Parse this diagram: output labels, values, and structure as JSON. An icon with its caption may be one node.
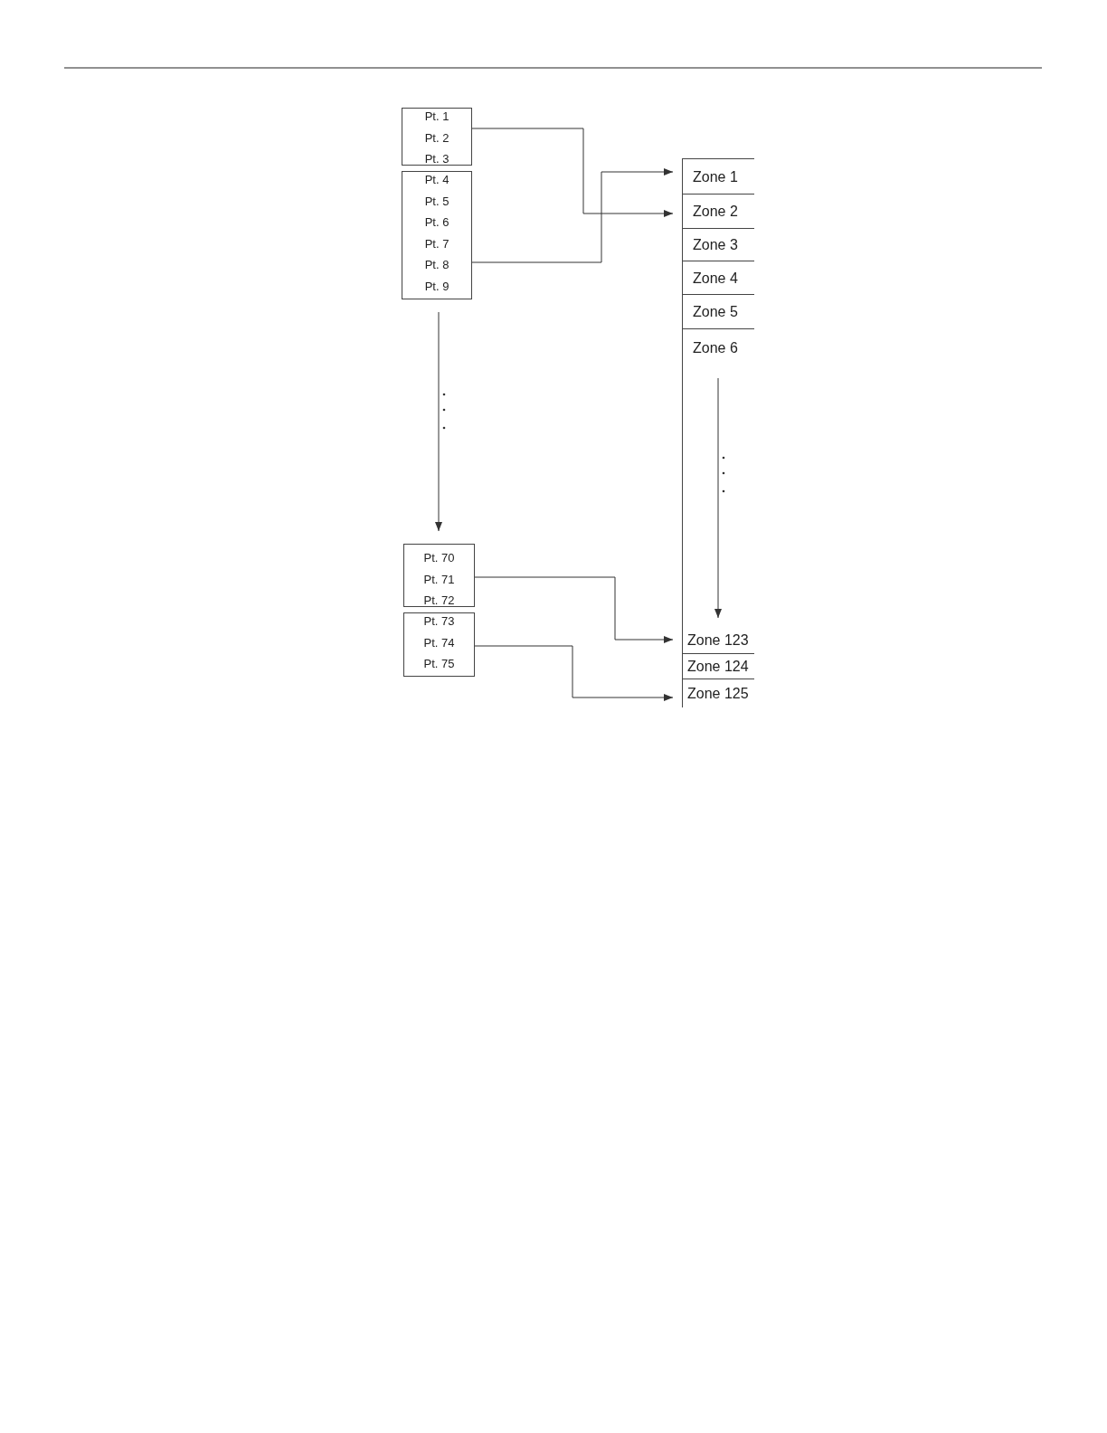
{
  "diagram": {
    "nodes": [
      {
        "text": [
          "Pt. 1",
          "Pt. 2",
          "Pt. 3"
        ]
      },
      {
        "text": [
          "Pt. 4",
          "Pt. 5",
          "Pt. 6",
          "Pt. 7",
          "Pt. 8",
          "Pt. 9"
        ]
      },
      {
        "text": [
          "Pt. 70",
          "Pt. 71",
          "Pt. 72"
        ]
      },
      {
        "text": [
          "Pt. 73",
          "Pt. 74",
          "Pt. 75"
        ]
      },
      {
        "text": [
          "Zone 1"
        ]
      },
      {
        "text": [
          "Zone 2"
        ]
      },
      {
        "text": [
          "Zone 3"
        ]
      },
      {
        "text": [
          "Zone 4"
        ]
      },
      {
        "text": [
          "Zone 5"
        ]
      },
      {
        "text": [],
        "shape": "box"
      },
      {
        "text": [
          "Zone 6"
        ],
        "in": 9
      },
      {
        "text": [
          "Zone 123"
        ],
        "in": 9
      },
      {
        "text": [
          "Zone 124"
        ]
      },
      {
        "text": [
          "Zone 125"
        ]
      }
    ],
    "edges": [
      {
        "from": 0,
        "to": 5,
        "arrow": "to"
      },
      {
        "from": 1,
        "to": 4,
        "arrow": "to"
      },
      {
        "from": 1,
        "to": 2,
        "arrow": "to"
      },
      {
        "from": 10,
        "to": 11,
        "arrow": "to"
      },
      {
        "from": 2,
        "to": 11,
        "arrow": "to"
      },
      {
        "from": 3,
        "to": 13,
        "arrow": "to"
      }
    ]
  }
}
